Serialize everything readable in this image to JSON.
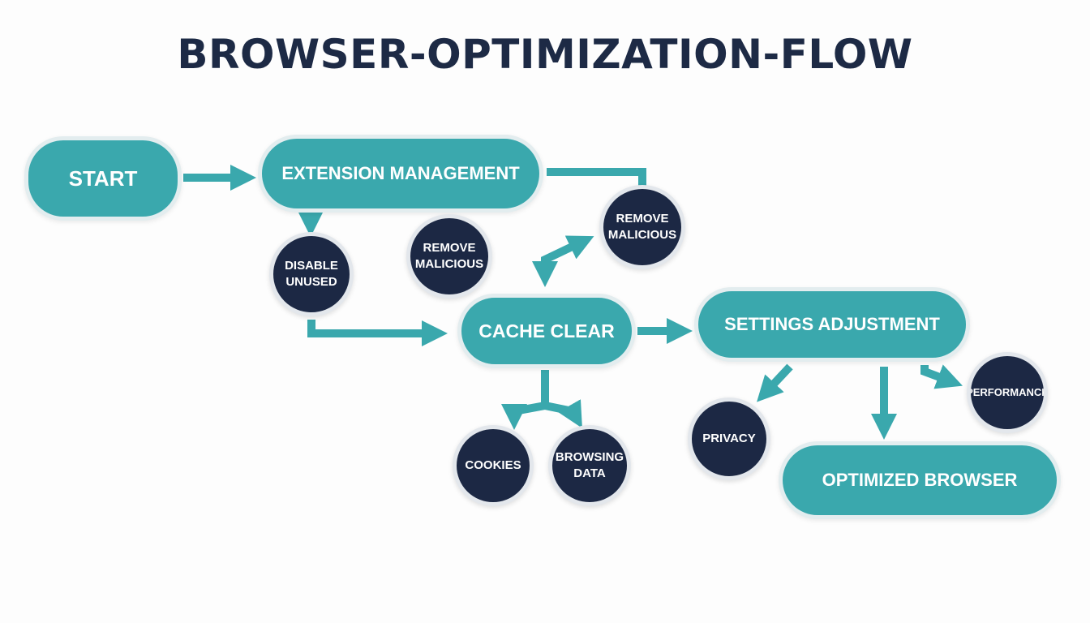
{
  "title": "BROWSER-OPTIMIZATION-FLOW",
  "colors": {
    "teal": "#3aa8ad",
    "navy": "#1c2844",
    "arrow": "#3aa8ad",
    "title": "#1d2a45"
  },
  "nodes": {
    "start": "START",
    "extension_management": "EXTENSION MANAGEMENT",
    "disable_unused": "DISABLE\nUNUSED",
    "remove_malicious_left": "REMOVE\nMALICIOUS",
    "remove_malicious_right": "REMOVE\nMALICIOUS",
    "cache_clear": "CACHE CLEAR",
    "cookies": "COOKIES",
    "browsing_data": "BROWSING\nDATA",
    "settings_adjustment": "SETTINGS ADJUSTMENT",
    "privacy": "PRIVACY",
    "performance": "PERFORMANCE",
    "optimized_browser": "OPTIMIZED BROWSER"
  }
}
